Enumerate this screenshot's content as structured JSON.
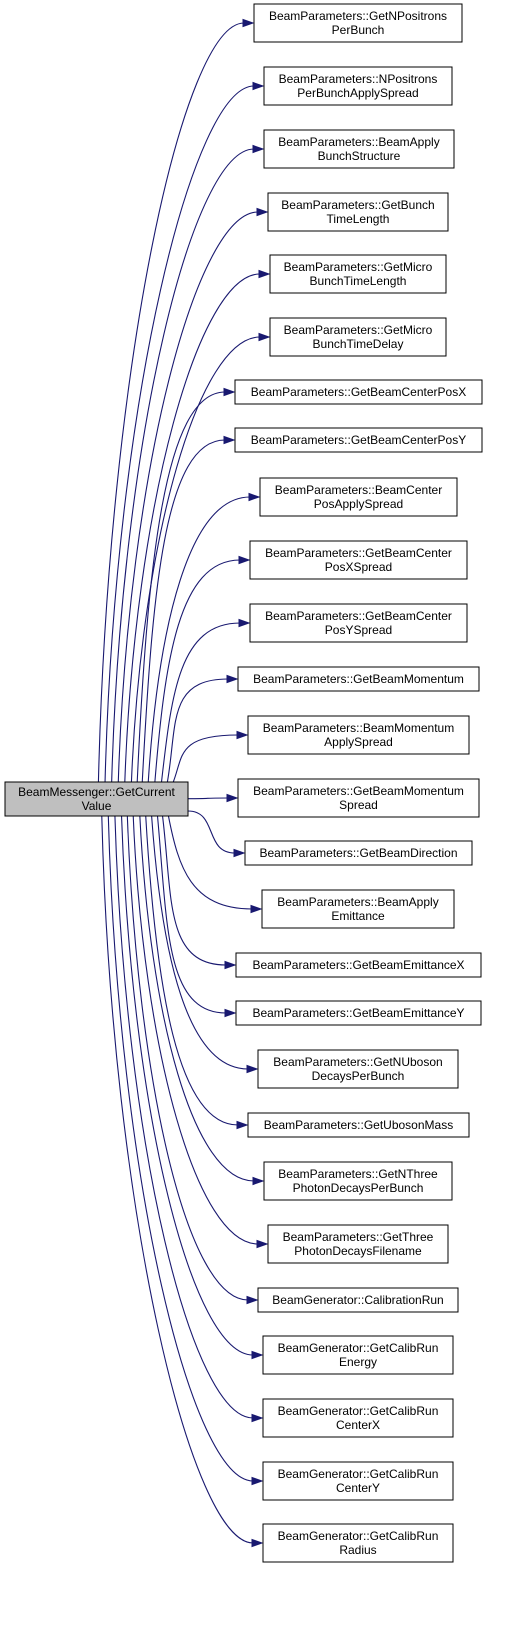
{
  "root": {
    "lines": [
      "BeamMessenger::GetCurrent",
      "Value"
    ]
  },
  "callees": [
    {
      "lines": [
        "BeamParameters::GetNPositrons",
        "PerBunch"
      ]
    },
    {
      "lines": [
        "BeamParameters::NPositrons",
        "PerBunchApplySpread"
      ]
    },
    {
      "lines": [
        "BeamParameters::BeamApply",
        "BunchStructure"
      ]
    },
    {
      "lines": [
        "BeamParameters::GetBunch",
        "TimeLength"
      ]
    },
    {
      "lines": [
        "BeamParameters::GetMicro",
        "BunchTimeLength"
      ]
    },
    {
      "lines": [
        "BeamParameters::GetMicro",
        "BunchTimeDelay"
      ]
    },
    {
      "lines": [
        "BeamParameters::GetBeamCenterPosX"
      ]
    },
    {
      "lines": [
        "BeamParameters::GetBeamCenterPosY"
      ]
    },
    {
      "lines": [
        "BeamParameters::BeamCenter",
        "PosApplySpread"
      ]
    },
    {
      "lines": [
        "BeamParameters::GetBeamCenter",
        "PosXSpread"
      ]
    },
    {
      "lines": [
        "BeamParameters::GetBeamCenter",
        "PosYSpread"
      ]
    },
    {
      "lines": [
        "BeamParameters::GetBeamMomentum"
      ]
    },
    {
      "lines": [
        "BeamParameters::BeamMomentum",
        "ApplySpread"
      ]
    },
    {
      "lines": [
        "BeamParameters::GetBeamMomentum",
        "Spread"
      ]
    },
    {
      "lines": [
        "BeamParameters::GetBeamDirection"
      ]
    },
    {
      "lines": [
        "BeamParameters::BeamApply",
        "Emittance"
      ]
    },
    {
      "lines": [
        "BeamParameters::GetBeamEmittanceX"
      ]
    },
    {
      "lines": [
        "BeamParameters::GetBeamEmittanceY"
      ]
    },
    {
      "lines": [
        "BeamParameters::GetNUboson",
        "DecaysPerBunch"
      ]
    },
    {
      "lines": [
        "BeamParameters::GetUbosonMass"
      ]
    },
    {
      "lines": [
        "BeamParameters::GetNThree",
        "PhotonDecaysPerBunch"
      ]
    },
    {
      "lines": [
        "BeamParameters::GetThree",
        "PhotonDecaysFilename"
      ]
    },
    {
      "lines": [
        "BeamGenerator::CalibrationRun"
      ]
    },
    {
      "lines": [
        "BeamGenerator::GetCalibRun",
        "Energy"
      ]
    },
    {
      "lines": [
        "BeamGenerator::GetCalibRun",
        "CenterX"
      ]
    },
    {
      "lines": [
        "BeamGenerator::GetCalibRun",
        "CenterY"
      ]
    },
    {
      "lines": [
        "BeamGenerator::GetCalibRun",
        "Radius"
      ]
    }
  ],
  "colors": {
    "edge": "#191970",
    "root_fill": "#bfbfbf",
    "node_fill": "#ffffff",
    "border": "#000000"
  }
}
